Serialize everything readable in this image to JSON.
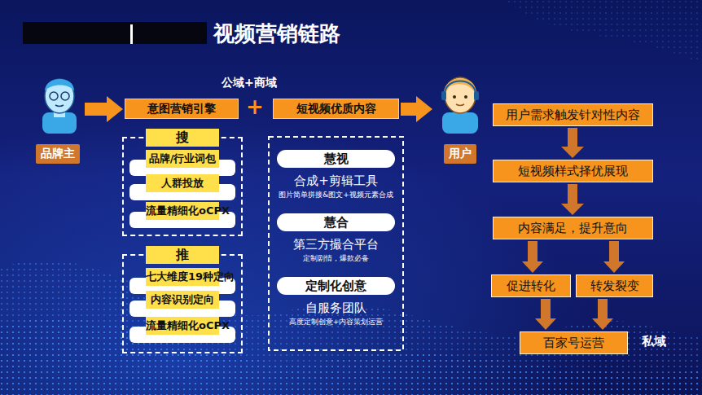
{
  "diagram": {
    "title": "视频营销链路",
    "nodes": [
      {
        "text": [
          "品牌主"
        ]
      },
      {
        "text": [
          "意图营销引擎"
        ]
      },
      {
        "text": [
          "搜"
        ]
      },
      {
        "text": [
          "品牌/行业词包"
        ],
        "in": 2
      },
      {
        "text": [
          "人群投放"
        ],
        "in": 2
      },
      {
        "text": [
          "流量精细化oCPX"
        ],
        "in": 2
      },
      {
        "text": [
          "推"
        ]
      },
      {
        "text": [
          "七大维度19种定向"
        ],
        "in": 6
      },
      {
        "text": [
          "内容识别定向"
        ],
        "in": 6
      },
      {
        "text": [
          "流量精细化oCPX"
        ],
        "in": 6
      },
      {
        "text": [
          "短视频优质内容"
        ]
      },
      {
        "text": [
          "慧视",
          "合成+剪辑工具",
          "图片简单拼接&图文+视频元素合成"
        ]
      },
      {
        "text": [
          "慧合",
          "第三方撮合平台",
          "定制剧情，爆款必备"
        ]
      },
      {
        "text": [
          "定制化创意",
          "自服务团队",
          "高度定制创意+内容策划运营"
        ]
      },
      {
        "text": [
          "用户"
        ]
      },
      {
        "text": [
          "用户需求触发针对性内容"
        ]
      },
      {
        "text": [
          "短视频样式择优展现"
        ]
      },
      {
        "text": [
          "内容满足，提升意向"
        ]
      },
      {
        "text": [
          "促进转化"
        ]
      },
      {
        "text": [
          "转发裂变"
        ]
      },
      {
        "text": [
          "百家号运营"
        ]
      }
    ],
    "edges": [
      {
        "from": 0,
        "to": 1,
        "arrow": "to"
      },
      {
        "from": 10,
        "to": 14,
        "arrow": "to"
      },
      {
        "from": 15,
        "to": 16,
        "arrow": "to"
      },
      {
        "from": 16,
        "to": 17,
        "arrow": "to"
      },
      {
        "from": 17,
        "to": 18,
        "arrow": "to"
      },
      {
        "from": 17,
        "to": 19,
        "arrow": "to"
      },
      {
        "from": 18,
        "to": 20,
        "arrow": "to"
      },
      {
        "from": 19,
        "to": 20,
        "arrow": "to"
      }
    ],
    "labels": [
      "公域+商域",
      "+",
      "私域"
    ]
  }
}
